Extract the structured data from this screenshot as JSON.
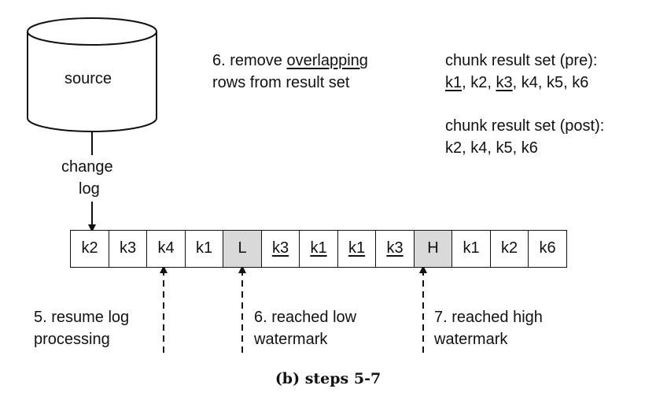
{
  "source": {
    "label": "source"
  },
  "change_log": {
    "line1": "change",
    "line2": "log"
  },
  "step6_remove": {
    "prefix": "6. remove ",
    "emphasis": "overlapping",
    "line2": "rows from result set"
  },
  "pre_set": {
    "title": "chunk result set (pre):",
    "items": [
      {
        "text": "k1",
        "underline": true
      },
      {
        "text": "k2",
        "underline": false
      },
      {
        "text": "k3",
        "underline": true
      },
      {
        "text": "k4",
        "underline": false
      },
      {
        "text": "k5",
        "underline": false
      },
      {
        "text": "k6",
        "underline": false
      }
    ]
  },
  "post_set": {
    "title": "chunk result set (post):",
    "items": [
      "k2",
      "k4",
      "k5",
      "k6"
    ]
  },
  "log_cells": [
    {
      "text": "k2",
      "underline": false,
      "marker": false
    },
    {
      "text": "k3",
      "underline": false,
      "marker": false
    },
    {
      "text": "k4",
      "underline": false,
      "marker": false
    },
    {
      "text": "k1",
      "underline": false,
      "marker": false
    },
    {
      "text": "L",
      "underline": false,
      "marker": true
    },
    {
      "text": "k3",
      "underline": true,
      "marker": false
    },
    {
      "text": "k1",
      "underline": true,
      "marker": false
    },
    {
      "text": "k1",
      "underline": true,
      "marker": false
    },
    {
      "text": "k3",
      "underline": true,
      "marker": false
    },
    {
      "text": "H",
      "underline": false,
      "marker": true
    },
    {
      "text": "k1",
      "underline": false,
      "marker": false
    },
    {
      "text": "k2",
      "underline": false,
      "marker": false
    },
    {
      "text": "k6",
      "underline": false,
      "marker": false
    }
  ],
  "annotations": {
    "step5": {
      "line1": "5. resume log",
      "line2": "processing"
    },
    "step6": {
      "line1": "6. reached low",
      "line2": "watermark"
    },
    "step7": {
      "line1": "7. reached high",
      "line2": "watermark"
    }
  },
  "caption": "(b) steps 5-7",
  "colors": {
    "marker_fill": "#d9d9d9",
    "stroke": "#111111"
  }
}
